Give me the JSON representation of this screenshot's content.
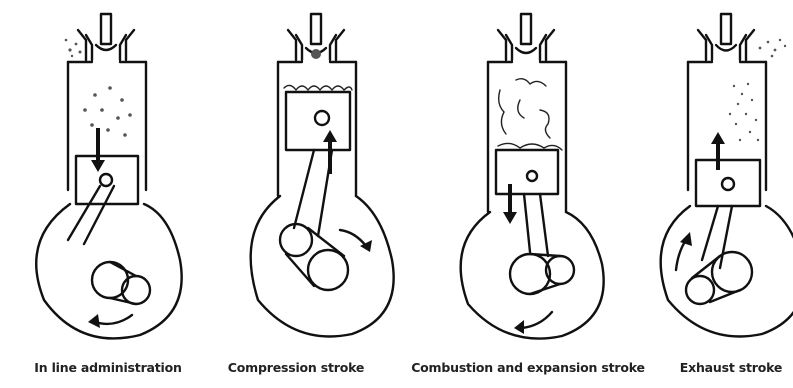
{
  "strokes": [
    {
      "id": "intake",
      "label": "In line administration"
    },
    {
      "id": "compression",
      "label": "Compression stroke"
    },
    {
      "id": "combustion",
      "label": "Combustion and expansion stroke"
    },
    {
      "id": "exhaust",
      "label": "Exhaust stroke"
    }
  ]
}
